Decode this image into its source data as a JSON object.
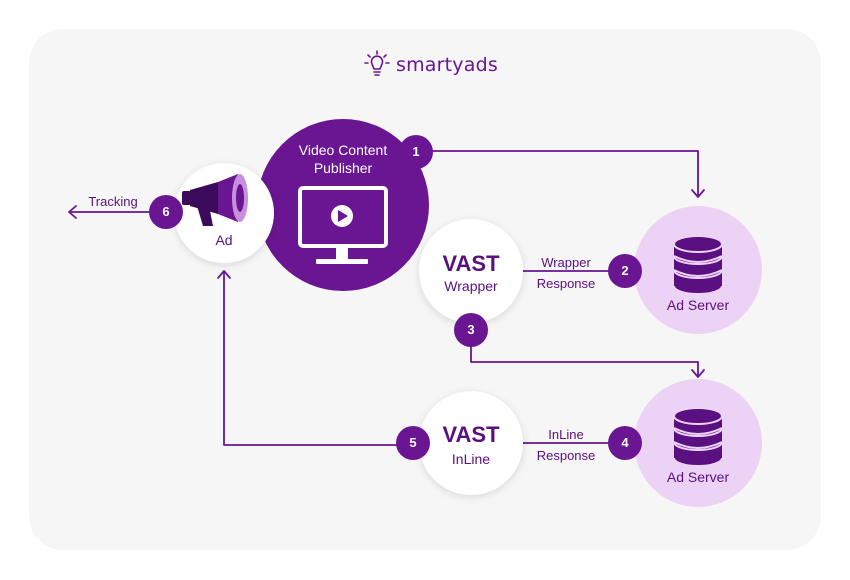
{
  "logo": {
    "text": "smartyads",
    "icon": "lightbulb-icon"
  },
  "nodes": {
    "publisher": {
      "line1": "Video Content",
      "line2": "Publisher",
      "icon": "monitor-play-icon"
    },
    "ad": {
      "label": "Ad",
      "icon": "megaphone-icon"
    },
    "vast_wrapper": {
      "title": "VAST",
      "subtitle": "Wrapper"
    },
    "vast_inline": {
      "title": "VAST",
      "subtitle": "InLine"
    },
    "ad_server_1": {
      "label": "Ad Server",
      "icon": "database-icon"
    },
    "ad_server_2": {
      "label": "Ad Server",
      "icon": "database-icon"
    }
  },
  "edges": {
    "tracking": "Tracking",
    "wrapper_response": {
      "line1": "Wrapper",
      "line2": "Response"
    },
    "inline_response": {
      "line1": "InLine",
      "line2": "Response"
    }
  },
  "steps": [
    "1",
    "2",
    "3",
    "4",
    "5",
    "6"
  ],
  "colors": {
    "primary": "#6a1592",
    "light": "#ecd3f5",
    "card": "#f6f6f6",
    "white": "#ffffff"
  }
}
